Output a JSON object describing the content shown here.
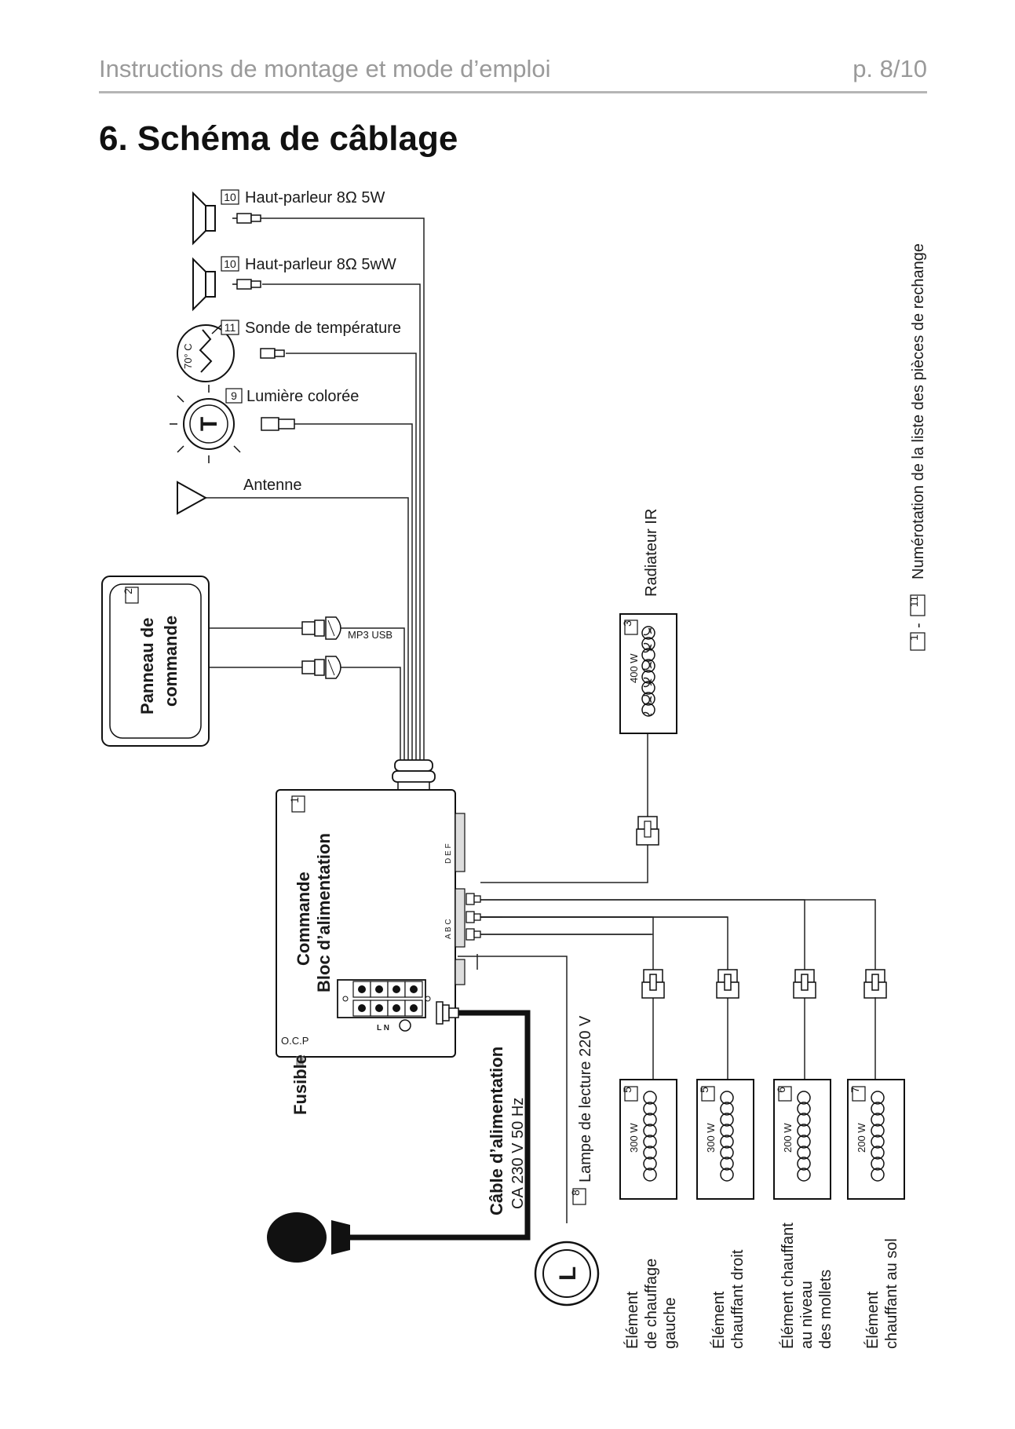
{
  "header": {
    "document_title": "Instructions de montage et mode d’emploi",
    "page_number": "p. 8/10"
  },
  "section_title": "6. Schéma de câblage",
  "legend": {
    "range_start": "1",
    "range_separator": "-",
    "range_end": "11",
    "text": "Numérotation de la liste des pièces de rechange"
  },
  "components": {
    "speaker1": {
      "num": "10",
      "label": "Haut-parleur 8Ω 5W"
    },
    "speaker2": {
      "num": "10",
      "label": "Haut-parleur 8Ω 5wW"
    },
    "temp_sensor": {
      "num": "11",
      "label": "Sonde de température",
      "icon_text": "70° C"
    },
    "color_light": {
      "num": "9",
      "label": "Lumière colorée",
      "icon_letter": "T"
    },
    "antenna": {
      "label": "Antenne"
    },
    "control_panel": {
      "num": "2",
      "line1": "Panneau de",
      "line2": "commande"
    },
    "mp3_usb": {
      "label": "MP3 USB"
    },
    "control_box": {
      "num": "1",
      "line1": "Commande",
      "line2": "Bloc d’alimentation",
      "ports_top": "D E F",
      "ports_bottom": "A B C",
      "terminals": "L N",
      "ocp": "O.C.P"
    },
    "fuse": {
      "label": "Fusible"
    },
    "power_cable": {
      "line1": "Câble d’alimentation",
      "line2": "CA 230 V 50 Hz"
    },
    "reading_lamp": {
      "num": "8",
      "label": "Lampe de lecture 220 V",
      "icon_letter": "L"
    },
    "ir_radiator": {
      "num": "3",
      "power": "400 W",
      "label": "Radiateur IR"
    },
    "heater_left": {
      "num": "5",
      "power": "300 W",
      "lines": [
        "Élément",
        "de chauffage",
        "gauche"
      ]
    },
    "heater_right": {
      "num": "5",
      "power": "300 W",
      "lines": [
        "Élément",
        "chauffant droit"
      ]
    },
    "heater_calf": {
      "num": "6",
      "power": "200 W",
      "lines": [
        "Élément chauffant",
        "au niveau",
        "des mollets"
      ]
    },
    "heater_floor": {
      "num": "7",
      "power": "200 W",
      "lines": [
        "Élément",
        "chauffant au sol"
      ]
    }
  }
}
